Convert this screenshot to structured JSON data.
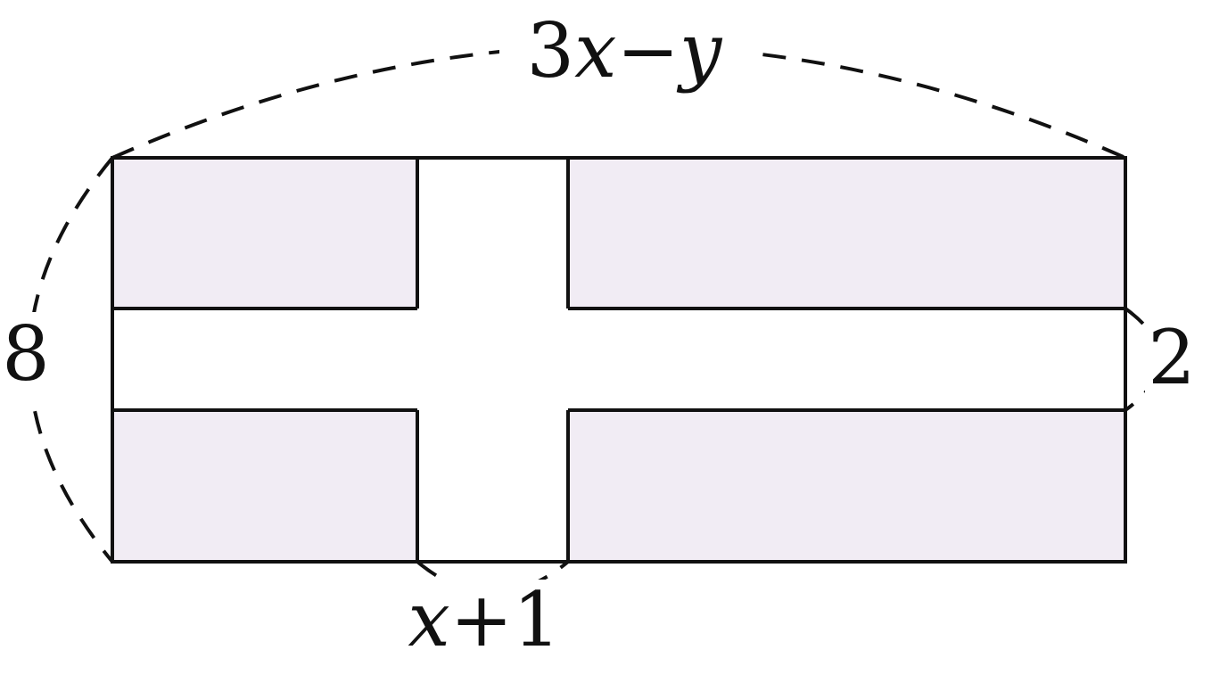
{
  "labels": {
    "top": {
      "coef": "3",
      "var1": "x",
      "op": "−",
      "var2": "y"
    },
    "left": {
      "value": "8"
    },
    "right": {
      "value": "2"
    },
    "bottom": {
      "var": "x",
      "op": "+",
      "num": "1"
    }
  },
  "colors": {
    "shaded_region": "#f1ecf4",
    "stroke": "#111111",
    "background": "#ffffff"
  }
}
